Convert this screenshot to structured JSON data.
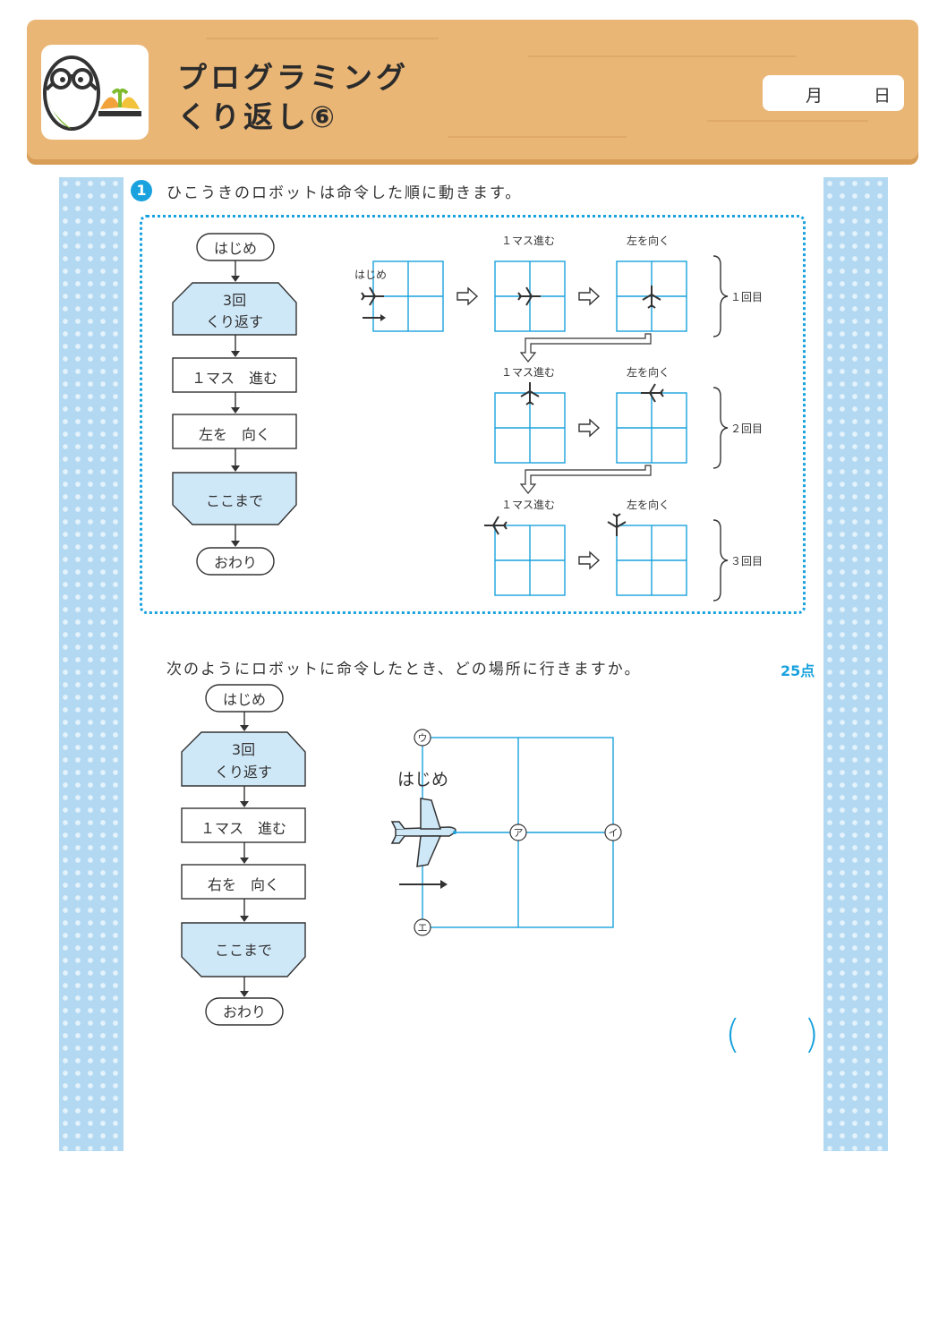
{
  "header": {
    "title_line1": "プログラミング",
    "title_line2": "くり返し⑥",
    "date_month": "月",
    "date_day": "日"
  },
  "q1": {
    "number": "1",
    "text": "ひこうきのロボットは命令した順に動きます。",
    "flow": {
      "start": "はじめ",
      "loop": [
        "3回",
        "くり返す"
      ],
      "step1": "１マス　進む",
      "step2": "左を　向く",
      "loop_end": "ここまで",
      "end": "おわり"
    },
    "example": {
      "start_label": "はじめ",
      "step_forward": "１マス進む",
      "step_turn": "左を向く",
      "round1": "１回目",
      "round2": "２回目",
      "round3": "３回目"
    }
  },
  "q2": {
    "text": "次のようにロボットに命令したとき、どの場所に行きますか。",
    "points": "25点",
    "flow": {
      "start": "はじめ",
      "loop": [
        "3回",
        "くり返す"
      ],
      "step1": "１マス　進む",
      "step2": "右を　向く",
      "loop_end": "ここまで",
      "end": "おわり"
    },
    "grid": {
      "start_label": "はじめ",
      "label_u": "ウ",
      "label_a": "ア",
      "label_i": "イ",
      "label_e": "エ"
    },
    "answer_open": "(",
    "answer_close": ")"
  }
}
